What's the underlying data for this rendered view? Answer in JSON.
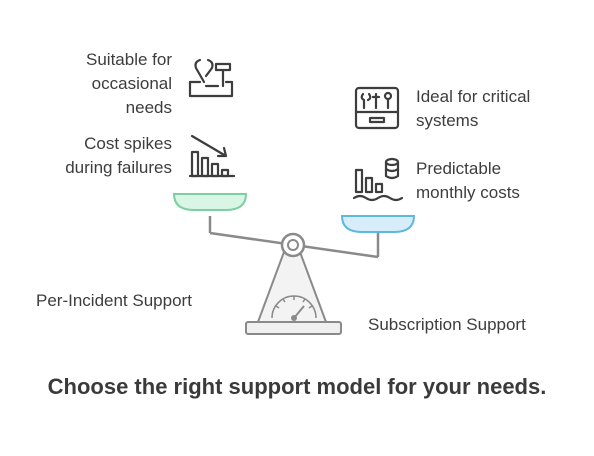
{
  "left": {
    "label": "Per-Incident Support",
    "points": [
      {
        "line1": "Suitable for",
        "line2": "occasional",
        "line3": "needs",
        "icon": "tools-box-icon"
      },
      {
        "line1": "Cost spikes",
        "line2": "during failures",
        "icon": "declining-bar-chart-icon"
      }
    ]
  },
  "right": {
    "label": "Subscription Support",
    "points": [
      {
        "line1": "Ideal for critical",
        "line2": "systems",
        "icon": "toolbox-panel-icon"
      },
      {
        "line1": "Predictable",
        "line2": "monthly costs",
        "icon": "coins-bar-chart-icon"
      }
    ]
  },
  "caption": "Choose the right support model for your needs.",
  "colors": {
    "left_pan": "#d9f5e6",
    "left_pan_stroke": "#7ccfa0",
    "right_pan": "#d7eefa",
    "right_pan_stroke": "#5fb8e0",
    "line": "#8a8a8a",
    "base_fill": "#f0f0f0"
  }
}
